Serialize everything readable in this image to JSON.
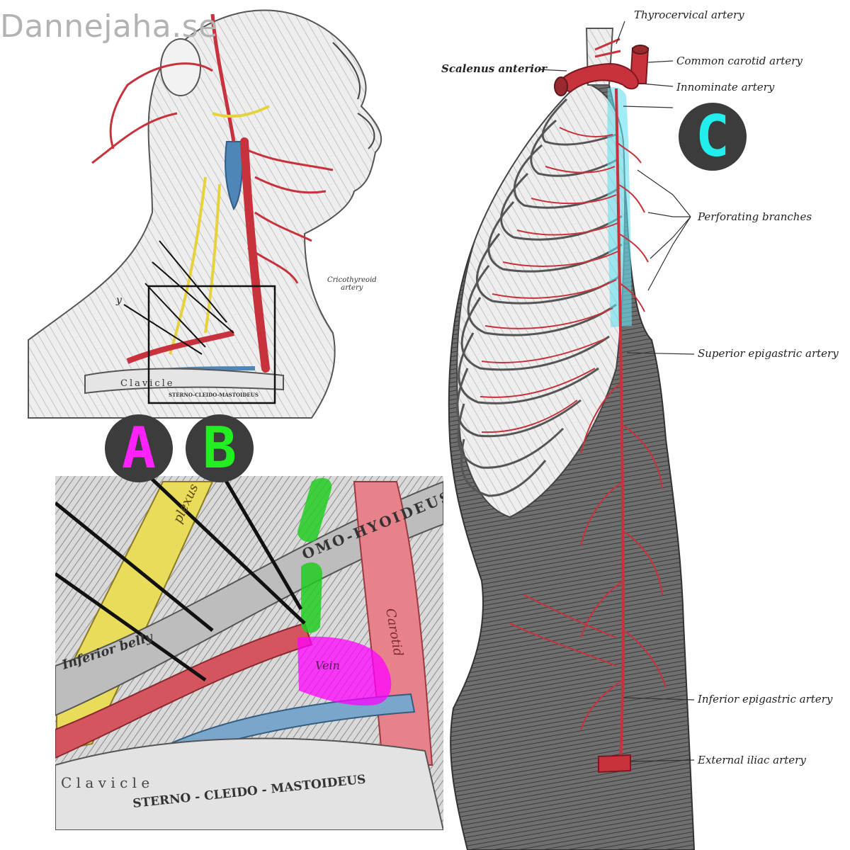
{
  "watermark": "Dannejaha.se",
  "markers": {
    "a": {
      "letter": "A",
      "color": "#ff22ff"
    },
    "b": {
      "letter": "B",
      "color": "#22ee22"
    },
    "c": {
      "letter": "C",
      "color": "#22eeee"
    }
  },
  "neck": {
    "label_cricothyroid": "Cricothyreoid\nartery",
    "label_sterno": "STERNO-CLEIDO-MASTOIDEUS",
    "label_clavicle": "Clavicle",
    "label_y": "y"
  },
  "zoom": {
    "label_omohyoideus": "OMO-HYOIDEUS",
    "label_sterno": "STERNO - CLEIDO - MASTOIDEUS",
    "label_clavicle": "C l a v i c l e",
    "label_carotid": "Carotid",
    "label_inferior_belly": "Inferior belly",
    "label_vein": "Vein",
    "label_plexus": "plexus"
  },
  "torso": {
    "labels": {
      "thyrocervical": "Thyrocervical artery",
      "scalenus": "Scalenus anterior",
      "common_carotid": "Common carotid artery",
      "innominate": "Innominate artery",
      "perforating": "Perforating branches",
      "superior_epigastric": "Superior epigastric artery",
      "inferior_epigastric": "Inferior epigastric artery",
      "external_iliac": "External iliac artery"
    }
  },
  "colors": {
    "artery": "#c8323c",
    "vein": "#4f86b8",
    "nerve": "#e6d23c",
    "magenta_highlight": "#ff00ff",
    "green_highlight": "#22cc22",
    "cyan_highlight": "#66e0f0",
    "badge_bg": "#3c3c3c"
  }
}
